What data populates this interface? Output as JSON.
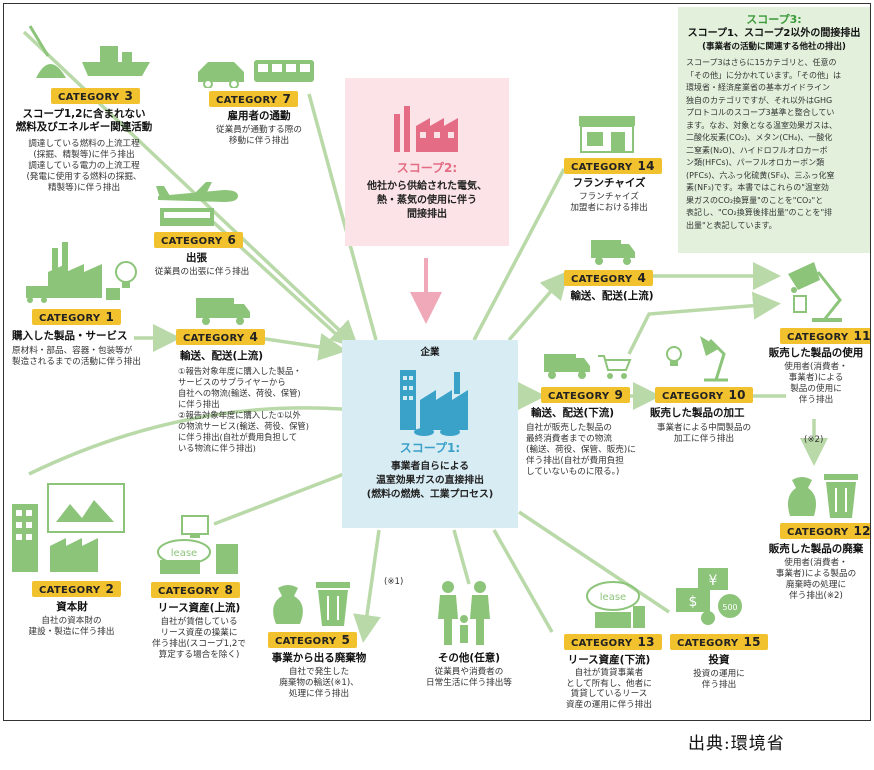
{
  "colors": {
    "label": "#f2c12e",
    "arrow": "#b9d9a8",
    "scope1_bg": "#d8ecf4",
    "scope2_bg": "#fbe3e7",
    "scope3_bg": "#e3f1dc",
    "icon_green": "#8cc47a",
    "scope2_title": "#e46c84",
    "scope1_title": "#3aa1c9"
  },
  "scope2": {
    "icon": "factory-icon",
    "title": "スコープ2:",
    "text": "他社から供給された電気、\n熱・蒸気の使用に伴う\n間接排出"
  },
  "scope1": {
    "icon": "factory-icon",
    "company": "企業",
    "title": "スコープ1:",
    "text": "事業者自らによる\n温室効果ガスの直接排出\n(燃料の燃焼、工業プロセス)"
  },
  "scope3": {
    "title": "スコープ3:",
    "subtitle": "スコープ1、スコープ2以外の間接排出",
    "note": "(事業者の活動に関連する他社の排出)",
    "text": "スコープ3はさらに15カテゴリと、任意の\n「その他」に分かれています。「その他」は\n環境省・経済産業省の基本ガイドライン\n独自のカテゴリですが、それ以外はGHG\nプロトコルのスコープ3基準と整合してい\nます。なお、対象となる温室効果ガスは、\n二酸化炭素(CO₂)、メタン(CH₄)、一酸化\n二窒素(N₂O)、ハイドロフルオロカーボ\nン類(HFCs)、パーフルオロカーボン類\n(PFCs)、六ふっ化硫黄(SF₆)、三ふっ化窒\n素(NF₃)です。本書ではこれらの\"温室効\n果ガスのCO₂換算量\"のことを\"CO₂\"と\n表記し、\"CO₂換算後排出量\"のことを\"排\n出量\"と表記しています。"
  },
  "category_word": "CATEGORY",
  "categories": [
    {
      "num": "1",
      "title": "購入した製品・サービス",
      "desc": "原材料・部品、容器・包装等が\n製造されるまでの活動に伴う排出",
      "icon": "factory-icon"
    },
    {
      "num": "2",
      "title": "資本財",
      "desc": "自社の資本財の\n建設・製造に伴う排出",
      "icon": "building-icon"
    },
    {
      "num": "3",
      "title": "スコープ1,2に含まれない\n燃料及びエネルギー関連活動",
      "desc": "調達している燃料の上流工程\n(採掘、精製等)に伴う排出\n調達している電力の上流工程\n(発電に使用する燃料の採掘、\n精製等)に伴う排出",
      "icon": "shovel-ship-icon"
    },
    {
      "num": "4",
      "title": "輸送、配送(上流)",
      "desc": "①報告対象年度に購入した製品・\nサービスのサプライヤーから\n自社への物流(輸送、荷役、保管)\nに伴う排出\n②報告対象年度に購入した①以外\nの物流サービス(輸送、荷役、保管)\nに伴う排出(自社が費用負担して\nいる物流に伴う排出)",
      "icon": "truck-icon"
    },
    {
      "num": "4",
      "title": "輸送、配送(上流)",
      "desc": "",
      "icon": "truck-icon"
    },
    {
      "num": "5",
      "title": "事業から出る廃棄物",
      "desc": "自社で発生した\n廃棄物の輸送(※1)、\n処理に伴う排出",
      "icon": "trash-icon"
    },
    {
      "num": "6",
      "title": "出張",
      "desc": "従業員の出張に伴う排出",
      "icon": "airplane-icon"
    },
    {
      "num": "7",
      "title": "雇用者の通勤",
      "desc": "従業員が通勤する際の\n移動に伴う排出",
      "icon": "car-bus-icon"
    },
    {
      "num": "8",
      "title": "リース資産(上流)",
      "desc": "自社が賃借している\nリース資産の操業に\n伴う排出(スコープ1,2で\n算定する場合を除く)",
      "icon": "lease-icon"
    },
    {
      "num": "9",
      "title": "輸送、配送(下流)",
      "desc": "自社が販売した製品の\n最終消費者までの物流\n(輸送、荷役、保管、販売)に\n伴う排出(自社が費用負担\nしていないものに限る。)",
      "icon": "truck-cart-icon"
    },
    {
      "num": "10",
      "title": "販売した製品の加工",
      "desc": "事業者による中間製品の\n加工に伴う排出",
      "icon": "lamp-icon"
    },
    {
      "num": "11",
      "title": "販売した製品の使用",
      "desc": "使用者(消費者・\n事業者)による\n製品の使用に\n伴う排出",
      "icon": "lamp-icon"
    },
    {
      "num": "12",
      "title": "販売した製品の廃棄",
      "desc": "使用者(消費者・\n事業者)による製品の\n廃棄時の処理に\n伴う排出(※2)",
      "icon": "trash-icon"
    },
    {
      "num": "13",
      "title": "リース資産(下流)",
      "desc": "自社が賃貸事業者\nとして所有し、他者に\n賃貸しているリース\n資産の運用に伴う排出",
      "icon": "lease-icon"
    },
    {
      "num": "14",
      "title": "フランチャイズ",
      "desc": "フランチャイズ\n加盟者における排出",
      "icon": "store-icon"
    },
    {
      "num": "15",
      "title": "投資",
      "desc": "投資の運用に\n伴う排出",
      "icon": "money-icon"
    }
  ],
  "other": {
    "title": "その他(任意)",
    "desc": "従業員や消費者の\n日常生活に伴う排出等",
    "icon": "family-icon"
  },
  "notes": {
    "n1": "(※1)",
    "n2": "(※2)"
  },
  "source": "出典:環境省"
}
